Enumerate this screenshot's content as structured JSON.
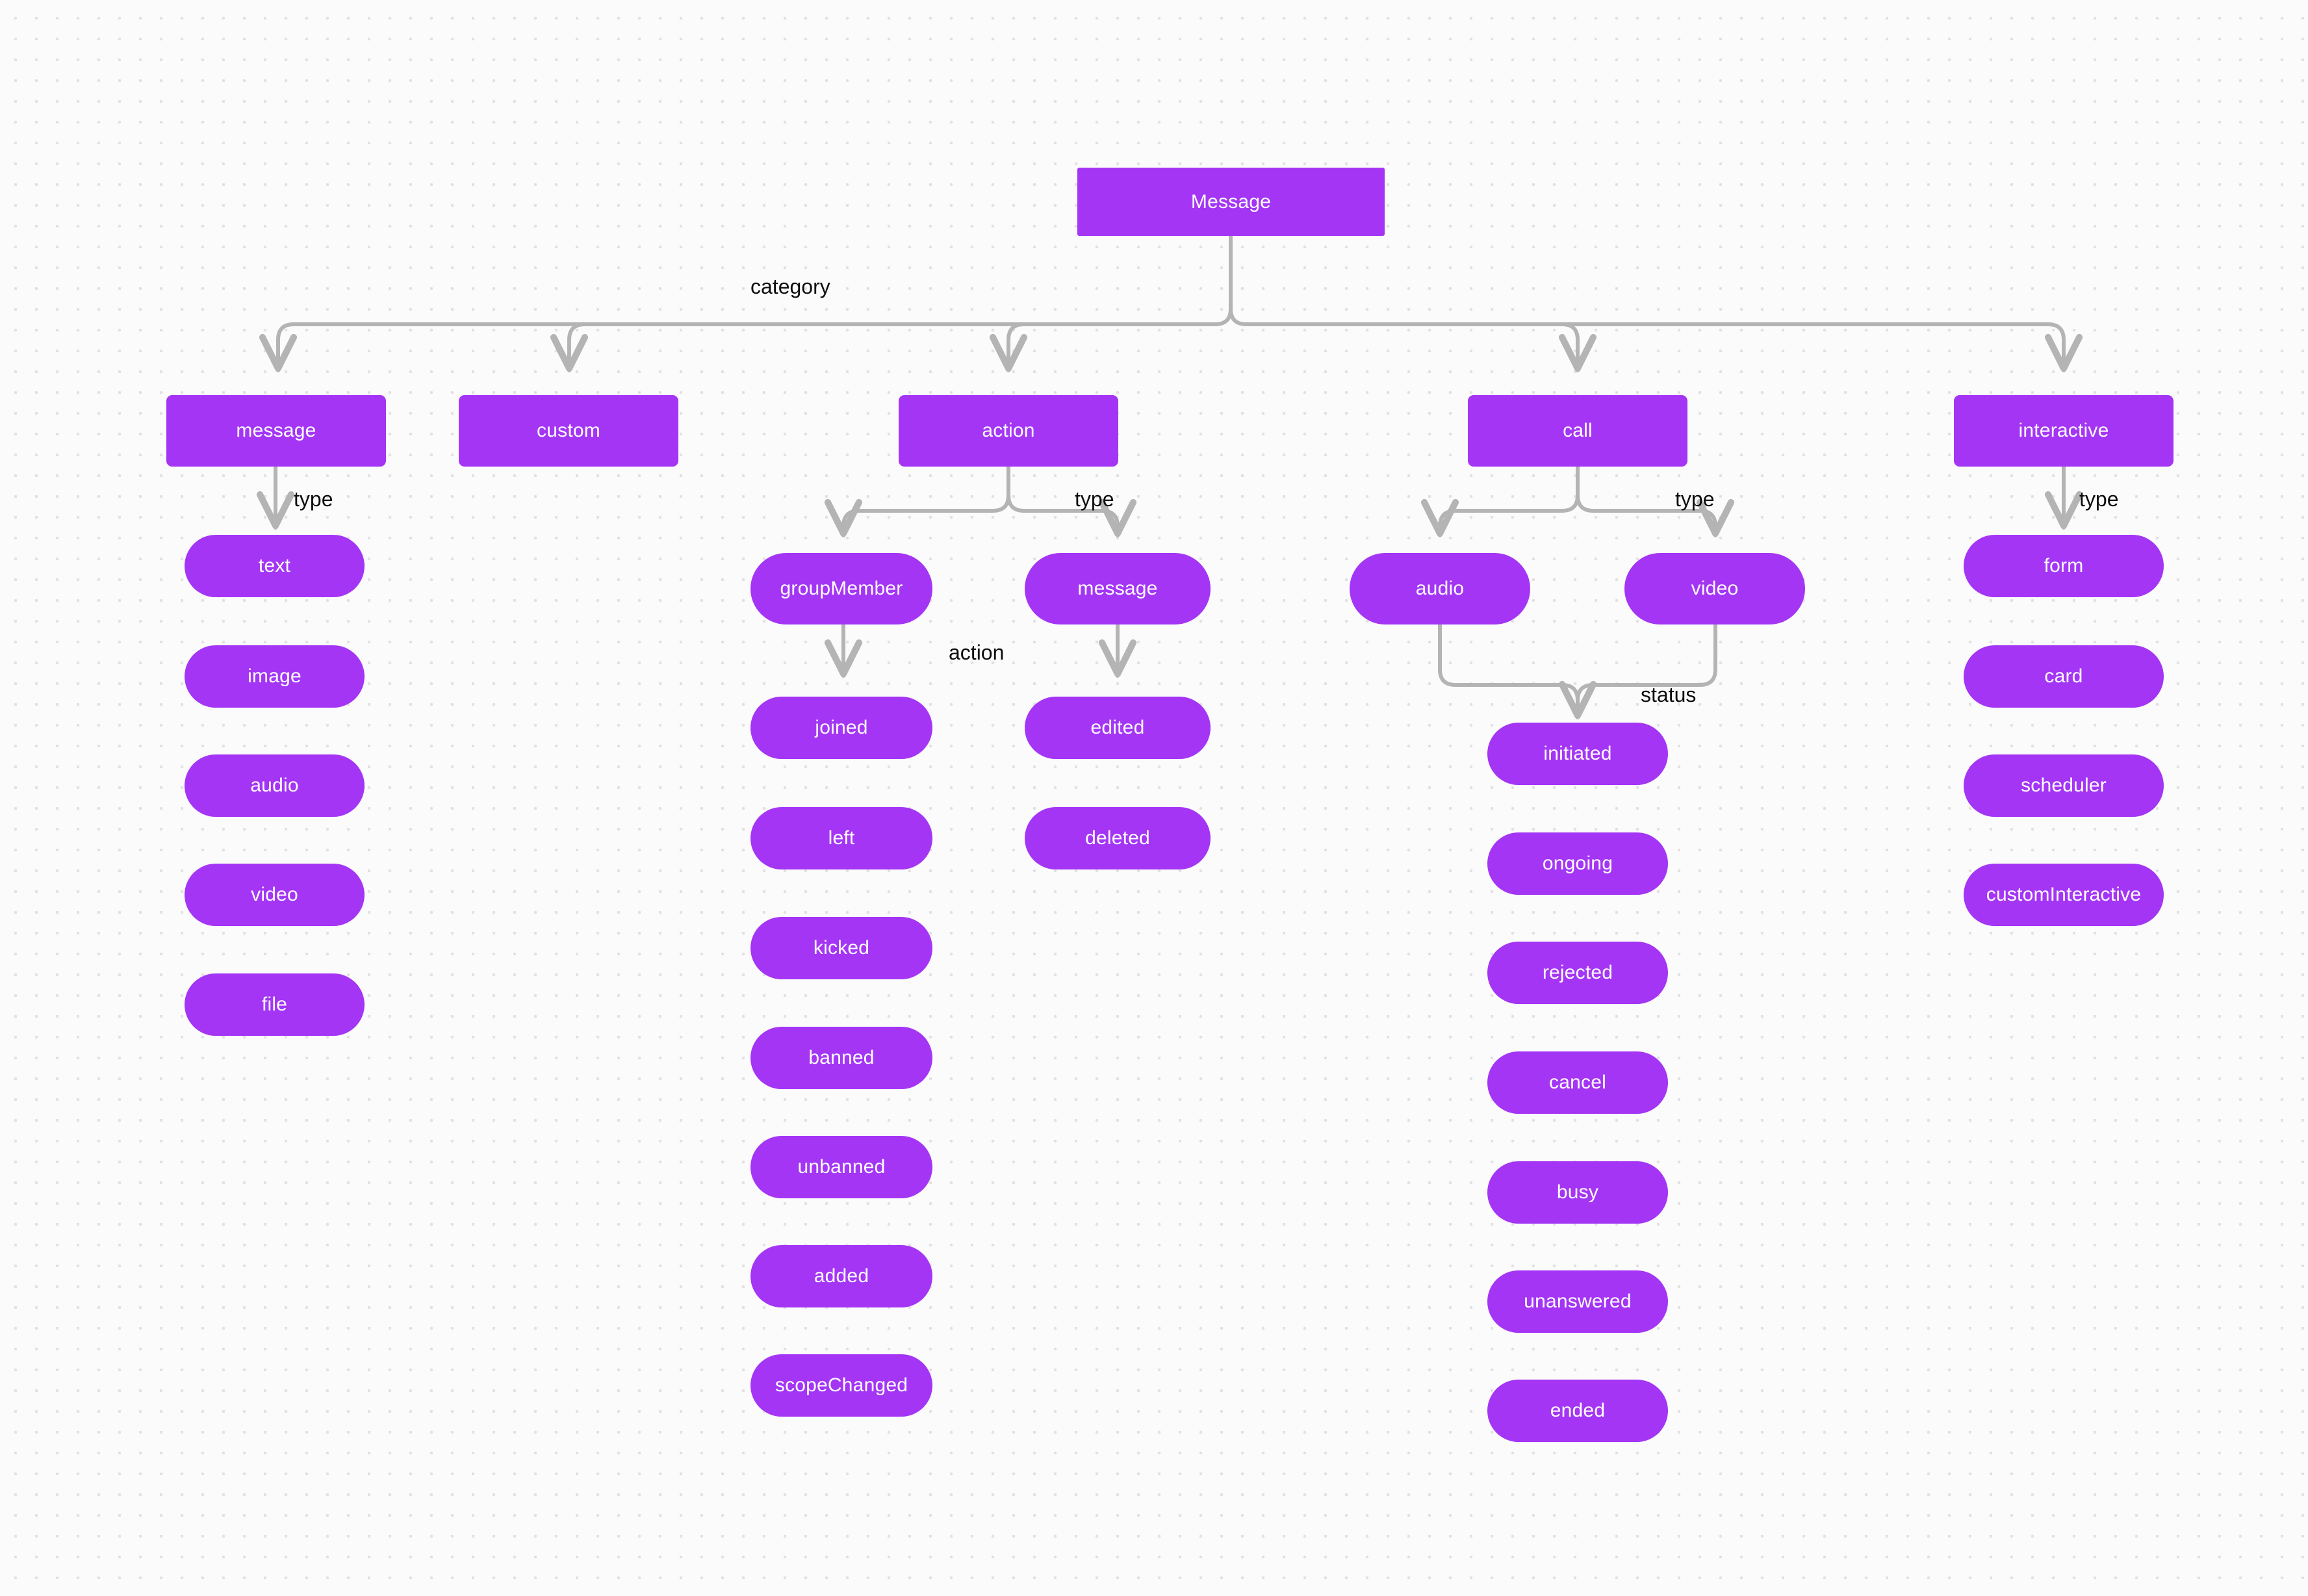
{
  "diagram": {
    "title": "Message",
    "accent_color": "#a435f5",
    "edge_color": "#b4b4b4",
    "label_color": "#0d0d0d",
    "background_color": "#fbfbfb",
    "dot_color": "#e2e0e0"
  },
  "root": {
    "label": "Message"
  },
  "edge_labels": {
    "category": "category",
    "type_message": "type",
    "type_action": "type",
    "type_call": "type",
    "type_interactive": "type",
    "action": "action",
    "status": "status"
  },
  "categories": [
    {
      "label": "message"
    },
    {
      "label": "custom"
    },
    {
      "label": "action"
    },
    {
      "label": "call"
    },
    {
      "label": "interactive"
    }
  ],
  "message_types": [
    {
      "label": "text"
    },
    {
      "label": "image"
    },
    {
      "label": "audio"
    },
    {
      "label": "video"
    },
    {
      "label": "file"
    }
  ],
  "action_types": [
    {
      "label": "groupMember"
    },
    {
      "label": "message"
    }
  ],
  "group_member_actions": [
    {
      "label": "joined"
    },
    {
      "label": "left"
    },
    {
      "label": "kicked"
    },
    {
      "label": "banned"
    },
    {
      "label": "unbanned"
    },
    {
      "label": "added"
    },
    {
      "label": "scopeChanged"
    }
  ],
  "message_actions": [
    {
      "label": "edited"
    },
    {
      "label": "deleted"
    }
  ],
  "call_types": [
    {
      "label": "audio"
    },
    {
      "label": "video"
    }
  ],
  "call_statuses": [
    {
      "label": "initiated"
    },
    {
      "label": "ongoing"
    },
    {
      "label": "rejected"
    },
    {
      "label": "cancel"
    },
    {
      "label": "busy"
    },
    {
      "label": "unanswered"
    },
    {
      "label": "ended"
    }
  ],
  "interactive_types": [
    {
      "label": "form"
    },
    {
      "label": "card"
    },
    {
      "label": "scheduler"
    },
    {
      "label": "customInteractive"
    }
  ]
}
